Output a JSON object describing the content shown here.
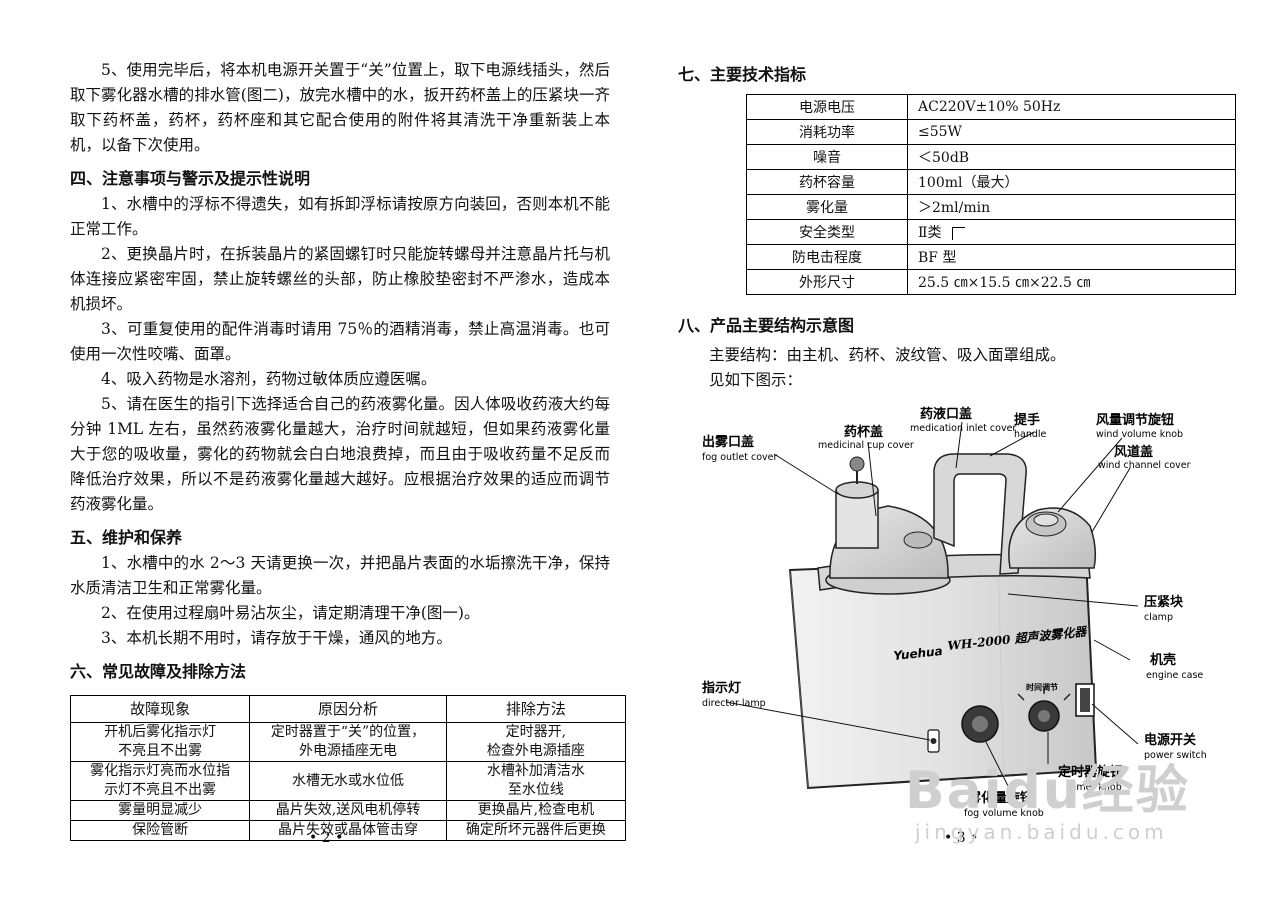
{
  "left": {
    "p1": "5、使用完毕后，将本机电源开关置于“关”位置上，取下电源线插头，然后取下雾化器水槽的排水管(图二)，放完水槽中的水，扳开药杯盖上的压紧块一齐取下药杯盖，药杯，药杯座和其它配合使用的附件将其清洗干净重新装上本机，以备下次使用。",
    "sec4_title": "四、注意事项与警示及提示性说明",
    "sec4_p1": "1、水槽中的浮标不得遗失，如有拆卸浮标请按原方向装回，否则本机不能正常工作。",
    "sec4_p2": "2、更换晶片时，在拆装晶片的紧固螺钉时只能旋转螺母并注意晶片托与机体连接应紧密牢固，禁止旋转螺丝的头部，防止橡胶垫密封不严渗水，造成本机损坏。",
    "sec4_p3": "3、可重复使用的配件消毒时请用 75％的酒精消毒，禁止高温消毒。也可使用一次性咬嘴、面罩。",
    "sec4_p4": "4、吸入药物是水溶剂，药物过敏体质应遵医嘱。",
    "sec4_p5": "5、请在医生的指引下选择适合自己的药液雾化量。因人体吸收药液大约每分钟 1ML 左右，虽然药液雾化量越大，治疗时间就越短，但如果药液雾化量大于您的吸收量，雾化的药物就会白白地浪费掉，而且由于吸收药量不足反而降低治疗效果，所以不是药液雾化量越大越好。应根据治疗效果的适应而调节药液雾化量。",
    "sec5_title": "五、维护和保养",
    "sec5_p1": "1、水槽中的水 2～3 天请更换一次，并把晶片表面的水垢擦洗干净，保持水质清洁卫生和正常雾化量。",
    "sec5_p2": "2、在使用过程扇叶易沾灰尘，请定期清理干净(图一)。",
    "sec5_p3": "3、本机长期不用时，请存放于干燥，通风的地方。",
    "sec6_title": "六、常见故障及排除方法",
    "fault_table": {
      "headers": [
        "故障现象",
        "原因分析",
        "排除方法"
      ],
      "rows": [
        [
          [
            "开机后雾化指示灯",
            "不亮且不出雾"
          ],
          [
            "定时器置于“关”的位置，",
            "外电源插座无电"
          ],
          [
            "定时器开,",
            "检查外电源插座"
          ]
        ],
        [
          [
            "雾化指示灯亮而水位指",
            "示灯不亮且不出雾"
          ],
          [
            "水槽无水或水位低"
          ],
          [
            "水槽补加清洁水",
            "至水位线"
          ]
        ],
        [
          [
            "雾量明显减少"
          ],
          [
            "晶片失效,送风电机停转"
          ],
          [
            "更换晶片,检查电机"
          ]
        ],
        [
          [
            "保险管断"
          ],
          [
            "晶片失效或晶体管击穿"
          ],
          [
            "确定所坏元器件后更换"
          ]
        ]
      ]
    },
    "page_num": "• 2 •"
  },
  "right": {
    "sec7_title": "七、主要技术指标",
    "spec_table": [
      {
        "k": "电源电压",
        "v": "AC220V±10% 50Hz"
      },
      {
        "k": "消耗功率",
        "v": "≤55W"
      },
      {
        "k": "噪音",
        "v": "＜50dB"
      },
      {
        "k": "药杯容量",
        "v": "100ml（最大）"
      },
      {
        "k": "雾化量",
        "v": "＞2ml/min"
      },
      {
        "k": "安全类型",
        "v": "Ⅱ类"
      },
      {
        "k": "防电击程度",
        "v": "BF 型"
      },
      {
        "k": "外形尺寸",
        "v": "25.5 ㎝×15.5 ㎝×22.5 ㎝"
      }
    ],
    "sec8_title": "八、产品主要结构示意图",
    "sec8_p1": "主要结构：由主机、药杯、波纹管、吸入面罩组成。",
    "sec8_p2": "见如下图示：",
    "page_num": "• 3 •",
    "diagram": {
      "labels": {
        "fog_outlet": {
          "cn": "出雾口盖",
          "en": "fog outlet cover"
        },
        "cup_cover": {
          "cn": "药杯盖",
          "en": "medicinal cup cover"
        },
        "inlet_cover": {
          "cn": "药液口盖",
          "en": "medication inlet cover"
        },
        "handle": {
          "cn": "提手",
          "en": "handle"
        },
        "wind_knob": {
          "cn": "风量调节旋钮",
          "en": "wind volume knob"
        },
        "wind_channel": {
          "cn": "风道盖",
          "en": "wind channel cover"
        },
        "clamp": {
          "cn": "压紧块",
          "en": "clamp"
        },
        "engine_case": {
          "cn": "机壳",
          "en": "engine case"
        },
        "director_lamp": {
          "cn": "指示灯",
          "en": "director lamp"
        },
        "power_switch": {
          "cn": "电源开关",
          "en": "power switch"
        },
        "timer_knob": {
          "cn": "定时器旋钮",
          "en": "timer knob"
        },
        "fog_knob": {
          "cn": "雾化量旋钮",
          "en": "fog volume knob"
        }
      },
      "model": "WH-2000 超声波雾化器",
      "brand": "Yuehua",
      "panel_text": "时间调节"
    },
    "watermark": {
      "main": "Baidu经验",
      "sub": "jingyan.baidu.com"
    }
  }
}
